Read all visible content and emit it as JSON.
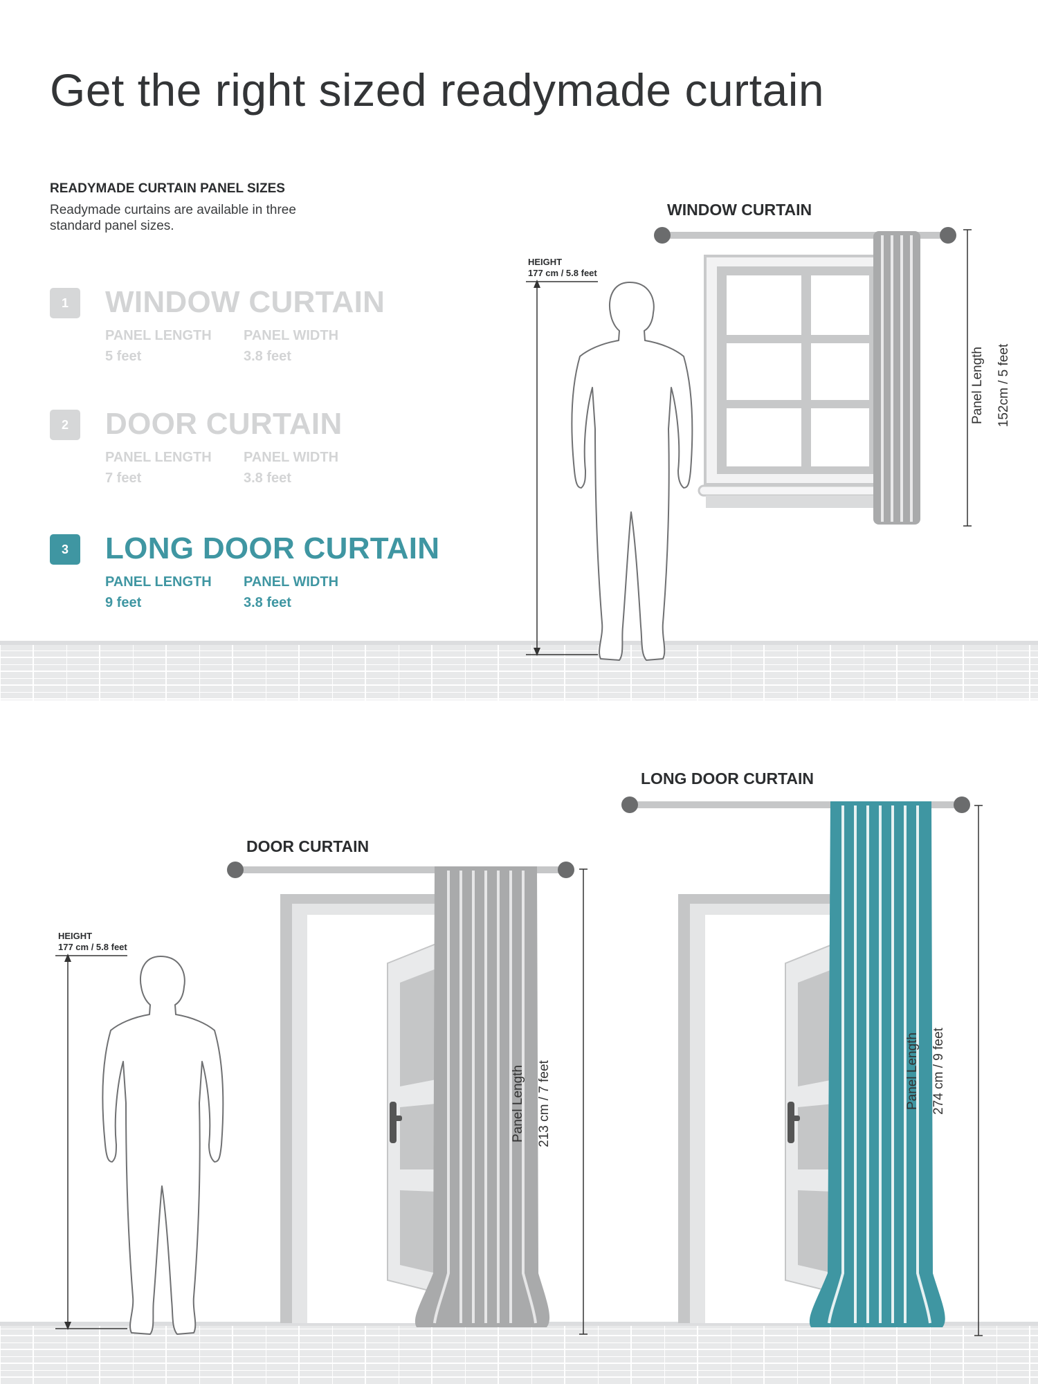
{
  "title": "Get the right sized readymade curtain",
  "intro": {
    "heading": "READYMADE CURTAIN PANEL SIZES",
    "description": "Readymade curtains are available in three standard panel sizes."
  },
  "options": [
    {
      "number": "1",
      "name": "WINDOW CURTAIN",
      "length_label": "PANEL LENGTH",
      "length_value": "5 feet",
      "width_label": "PANEL WIDTH",
      "width_value": "3.8 feet",
      "active": false
    },
    {
      "number": "2",
      "name": "DOOR CURTAIN",
      "length_label": "PANEL LENGTH",
      "length_value": "7 feet",
      "width_label": "PANEL WIDTH",
      "width_value": "3.8 feet",
      "active": false
    },
    {
      "number": "3",
      "name": "LONG DOOR CURTAIN",
      "length_label": "PANEL LENGTH",
      "length_value": "9 feet",
      "width_label": "PANEL WIDTH",
      "width_value": "3.8 feet",
      "active": true
    }
  ],
  "scenes": {
    "window": {
      "label": "WINDOW CURTAIN",
      "height_label": "HEIGHT",
      "height_value": "177 cm / 5.8 feet",
      "panel_length_label": "Panel Length",
      "panel_length_value": "152cm / 5 feet"
    },
    "door": {
      "label": "DOOR CURTAIN",
      "height_label": "HEIGHT",
      "height_value": "177 cm / 5.8 feet",
      "panel_length_label": "Panel Length",
      "panel_length_value": "213 cm / 7 feet"
    },
    "long_door": {
      "label": "LONG DOOR CURTAIN",
      "panel_length_label": "Panel Length",
      "panel_length_value": "274 cm / 9 feet"
    }
  },
  "colors": {
    "accent": "#3f96a2",
    "inactive": "#d3d4d5",
    "curtain_grey": "#a9aaab",
    "rod": "#727374",
    "floor": "#e6e7e8"
  }
}
